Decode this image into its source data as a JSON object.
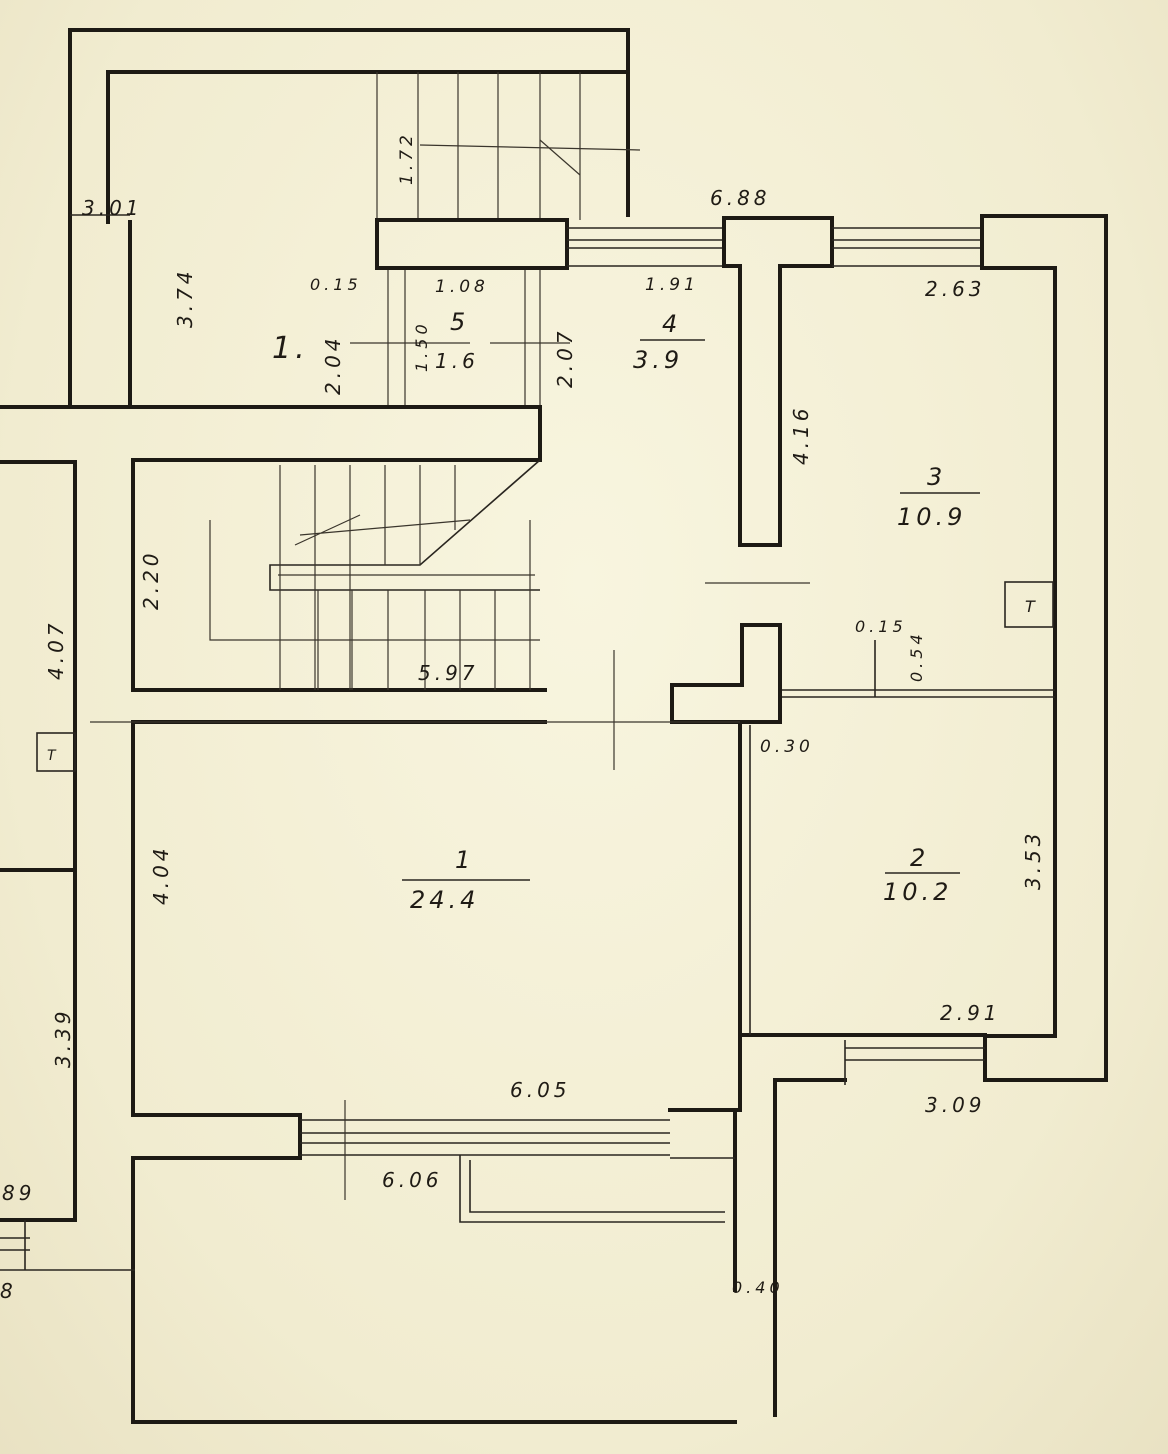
{
  "title": "Hand-drawn floor plan",
  "rooms": [
    {
      "number": "1",
      "area": "24.4"
    },
    {
      "number": "2",
      "area": "10.2"
    },
    {
      "number": "3",
      "area": "10.9"
    },
    {
      "number": "4",
      "area": "3.9"
    },
    {
      "number": "5",
      "area": "1.6"
    }
  ],
  "room_marker": "1.",
  "dimensions": {
    "d172": "1.72",
    "d301": "3.01",
    "d688": "6.88",
    "d374": "3.74",
    "d015a": "0.15",
    "d108": "1.08",
    "d191": "1.91",
    "d263": "2.63",
    "d204": "2.04",
    "d150": "1.50",
    "d207": "2.07",
    "d416": "4.16",
    "d220": "2.20",
    "d407": "4.07",
    "d597": "5.97",
    "d015b": "0.15",
    "d054": "0.54",
    "d030": "0.30",
    "d404": "4.04",
    "d353": "3.53",
    "d339": "3.39",
    "d291": "2.91",
    "d605": "6.05",
    "d309": "3.09",
    "d606": "6.06",
    "d89": "89",
    "d040": "0.40",
    "d8": "8"
  },
  "symbols": {
    "vent_marker": "T"
  },
  "colors": {
    "paper": "#f4f0d4",
    "ink": "#1d1a14"
  }
}
